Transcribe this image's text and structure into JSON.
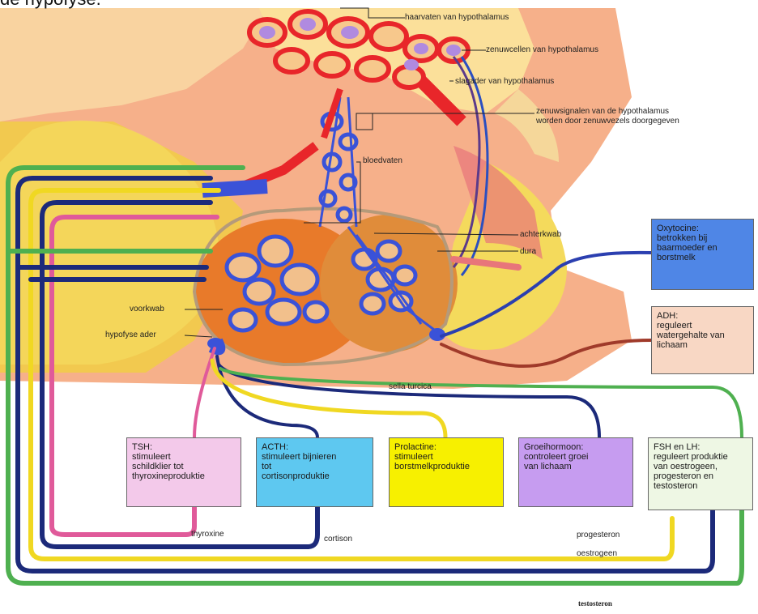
{
  "heading": "de hypofyse.",
  "labels": {
    "haarvaten": "haarvaten van hypothalamus",
    "zenuwcellen": "zenuwcellen van hypothalamus",
    "slagader": "slagader van hypothalamus",
    "zenuwsignalen_1": "zenuwsignalen van de hypothalamus",
    "zenuwsignalen_2": "worden door zenuwvezels doorgegeven",
    "bloedvaten": "bloedvaten",
    "achterkwab": "achterkwab",
    "dura": "dura",
    "voorkwab": "voorkwab",
    "hypofyse_ader": "hypofyse ader",
    "sella": "sella turcica",
    "thyroxine": "thyroxine",
    "cortison": "cortison",
    "progesteron": "progesteron",
    "oestrogeen": "oestrogeen",
    "testosteron": "testosteron"
  },
  "boxes": {
    "oxytocine": [
      "Oxytocine:",
      "betrokken bij",
      "baarmoeder en",
      "borstmelk"
    ],
    "adh": [
      "ADH:",
      "reguleert",
      "watergehalte van",
      "lichaam"
    ],
    "tsh": [
      "TSH:",
      "stimuleert",
      "schildklier tot",
      "thyroxineproduktie"
    ],
    "acth": [
      "ACTH:",
      "stimuleert bijnieren",
      "tot",
      "cortisonproduktie"
    ],
    "prolactine": [
      "Prolactine:",
      "stimuleert",
      "borstmelkproduktie"
    ],
    "groeihormoon": [
      "Groeihormoon:",
      "controleert groei",
      "van lichaam"
    ],
    "fsh_lh": [
      "FSH en LH:",
      "reguleert produktie",
      "van oestrogeen,",
      "progesteron en",
      "testosteron"
    ]
  },
  "colors": {
    "tsh": "#f3c9ea",
    "acth": "#5ec8f0",
    "prolactine": "#f7f000",
    "groeihormoon": "#c69cf0",
    "fsh_lh": "#eef7e4",
    "oxytocine": "#4f86e6",
    "adh": "#f8d7c4"
  }
}
